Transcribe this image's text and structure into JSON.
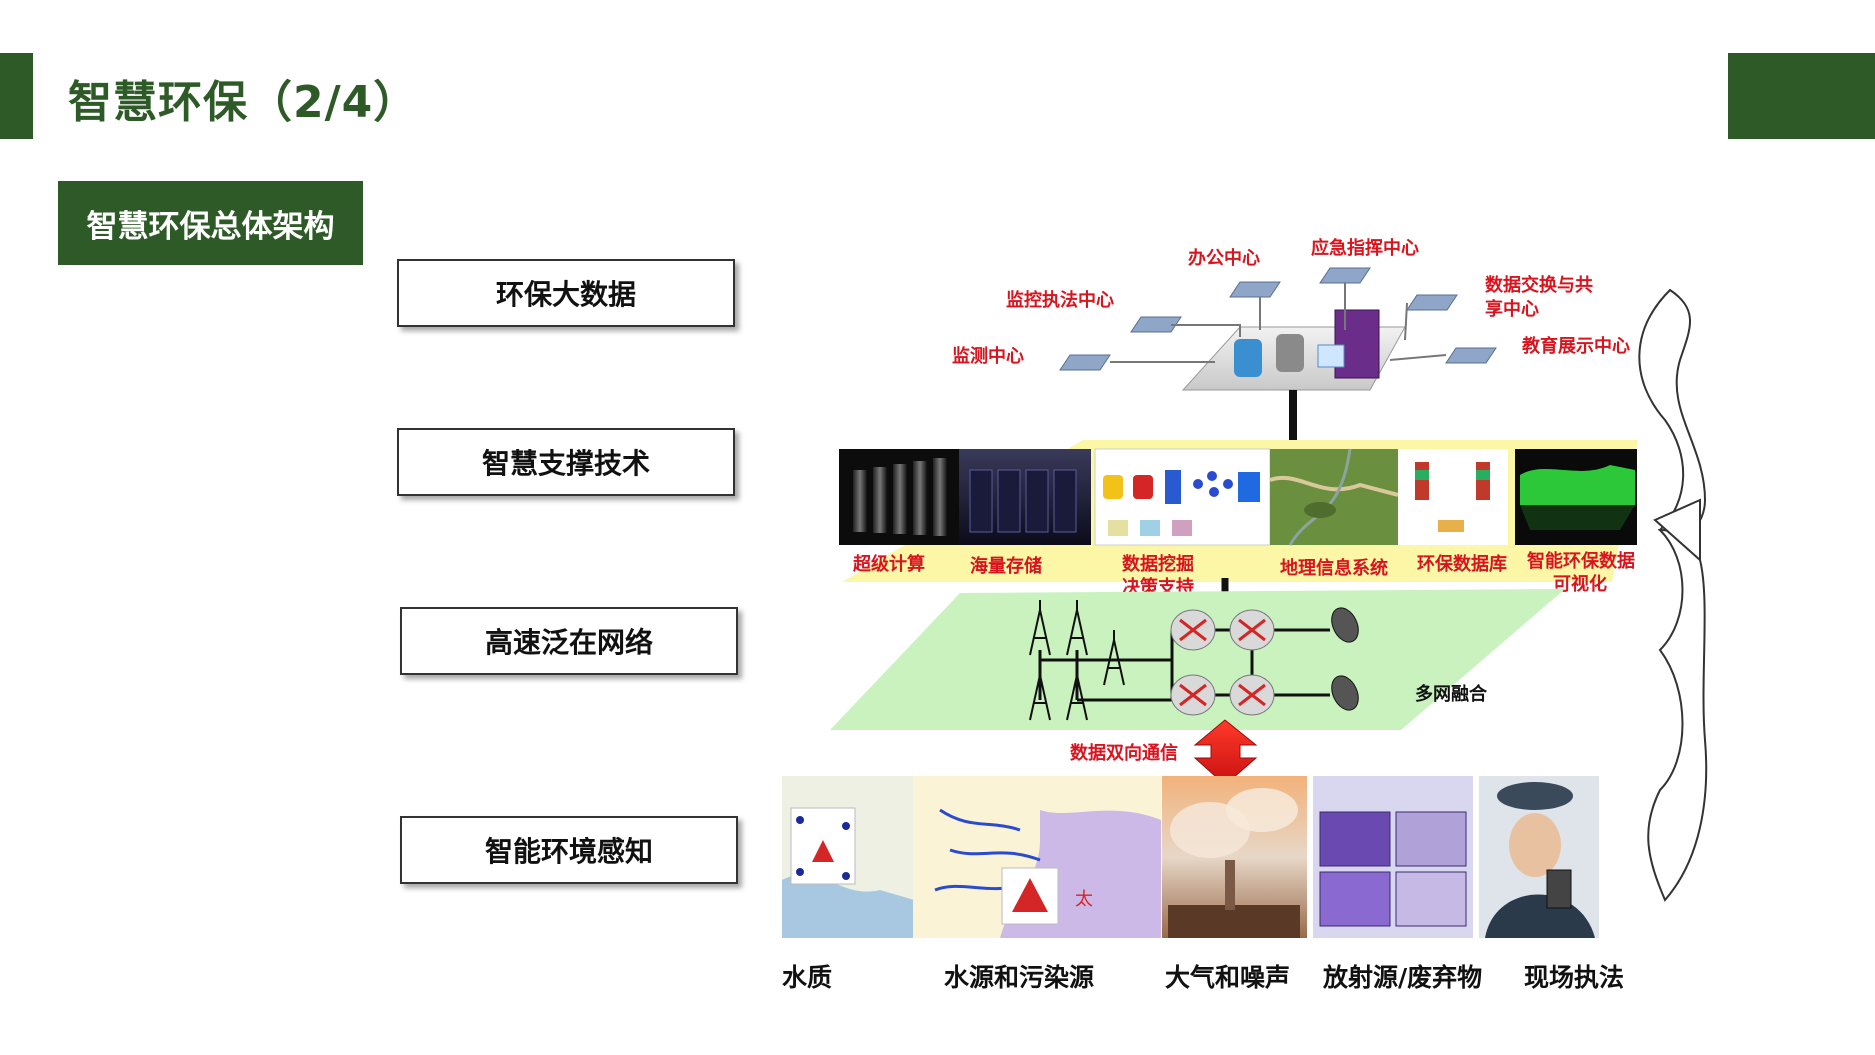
{
  "header": {
    "title": "智慧环保（2/4）",
    "accent_color": "#2d5a27"
  },
  "section": {
    "label": "智慧环保总体架构"
  },
  "layers": [
    {
      "label": "环保大数据"
    },
    {
      "label": "智慧支撑技术"
    },
    {
      "label": "高速泛在网络"
    },
    {
      "label": "智能环境感知"
    }
  ],
  "bigdata_nodes": {
    "monitor": "监测中心",
    "enforcement": "监控执法中心",
    "office": "办公中心",
    "emergency": "应急指挥中心",
    "exchange_line1": "数据交换与共",
    "exchange_line2": "享中心",
    "education": "教育展示中心"
  },
  "support_tech": [
    {
      "label": "超级计算",
      "icon": "supercomputer-image"
    },
    {
      "label": "海量存储",
      "icon": "storage-racks-image"
    },
    {
      "label_line1": "数据挖掘",
      "label_line2": "决策支持",
      "icon": "data-mining-diagram"
    },
    {
      "label": "地理信息系统",
      "icon": "satellite-map-image"
    },
    {
      "label": "环保数据库",
      "icon": "database-diagram"
    },
    {
      "label_line1": "智能环保数据",
      "label_line2": "可视化",
      "icon": "3d-terrain-image"
    }
  ],
  "network": {
    "fusion_label": "多网融合",
    "comm_label": "数据双向通信"
  },
  "sensing": [
    {
      "label": "水质",
      "icon": "water-quality-map"
    },
    {
      "label": "水源和污染源",
      "icon": "pollution-source-map"
    },
    {
      "label": "大气和噪声",
      "icon": "smokestack-photo"
    },
    {
      "label": "放射源/废弃物",
      "icon": "waste-tanks-photo"
    },
    {
      "label": "现场执法",
      "icon": "enforcement-officer-photo"
    }
  ],
  "map_labels": {
    "lake_char": "太"
  }
}
